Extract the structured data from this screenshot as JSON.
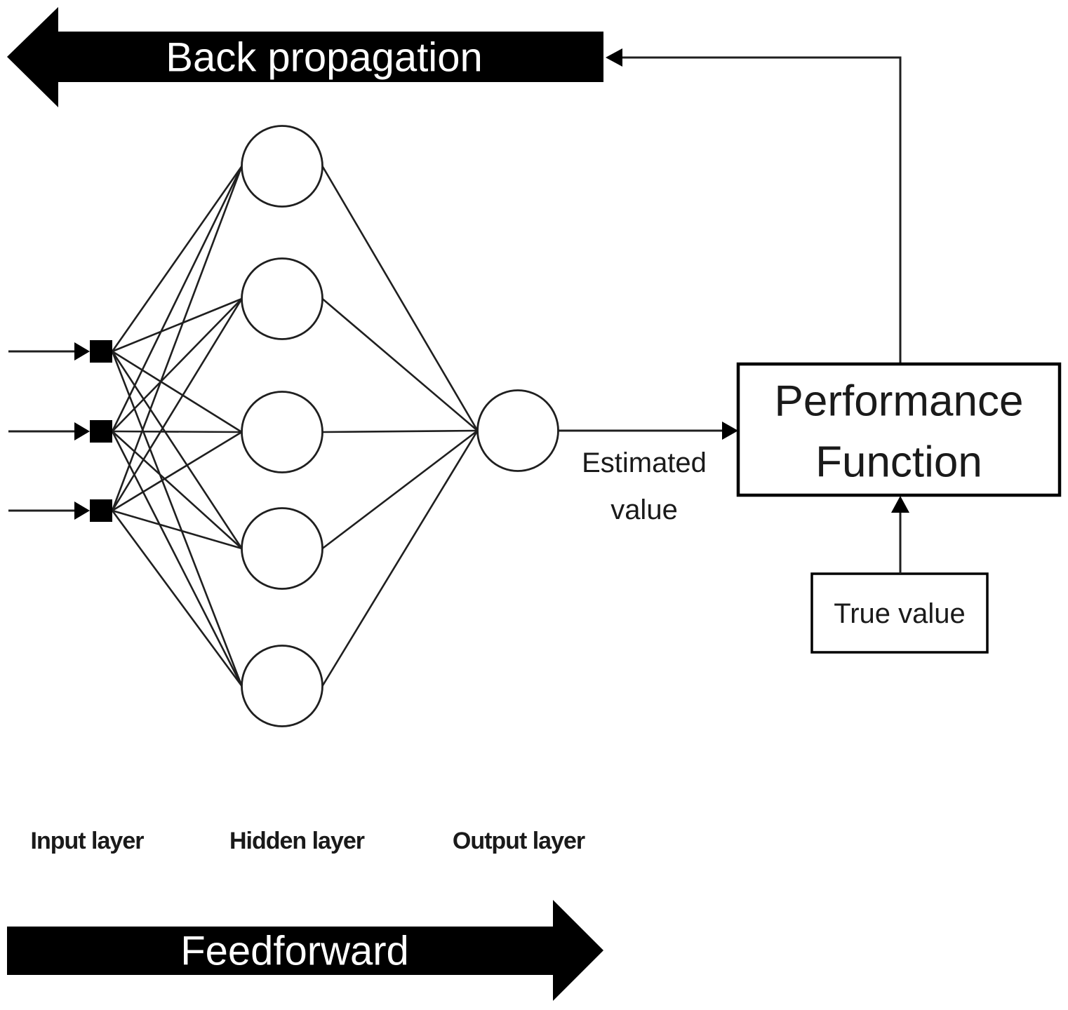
{
  "colors": {
    "background": "#ffffff",
    "ink": "#000000",
    "wire": "#1f1f1f",
    "text": "#1a1a1a",
    "text_on_black": "#ffffff"
  },
  "flow_arrows": {
    "back_propagation": "Back propagation",
    "feedforward": "Feedforward"
  },
  "network": {
    "input_nodes": 3,
    "hidden_nodes": 5,
    "output_nodes": 1,
    "layer_labels": [
      "Input layer",
      "Hidden layer",
      "Output layer"
    ]
  },
  "labels": {
    "estimated_value_line1": "Estimated",
    "estimated_value_line2": "value",
    "performance_function_line1": "Performance",
    "performance_function_line2": "Function",
    "true_value": "True value"
  }
}
